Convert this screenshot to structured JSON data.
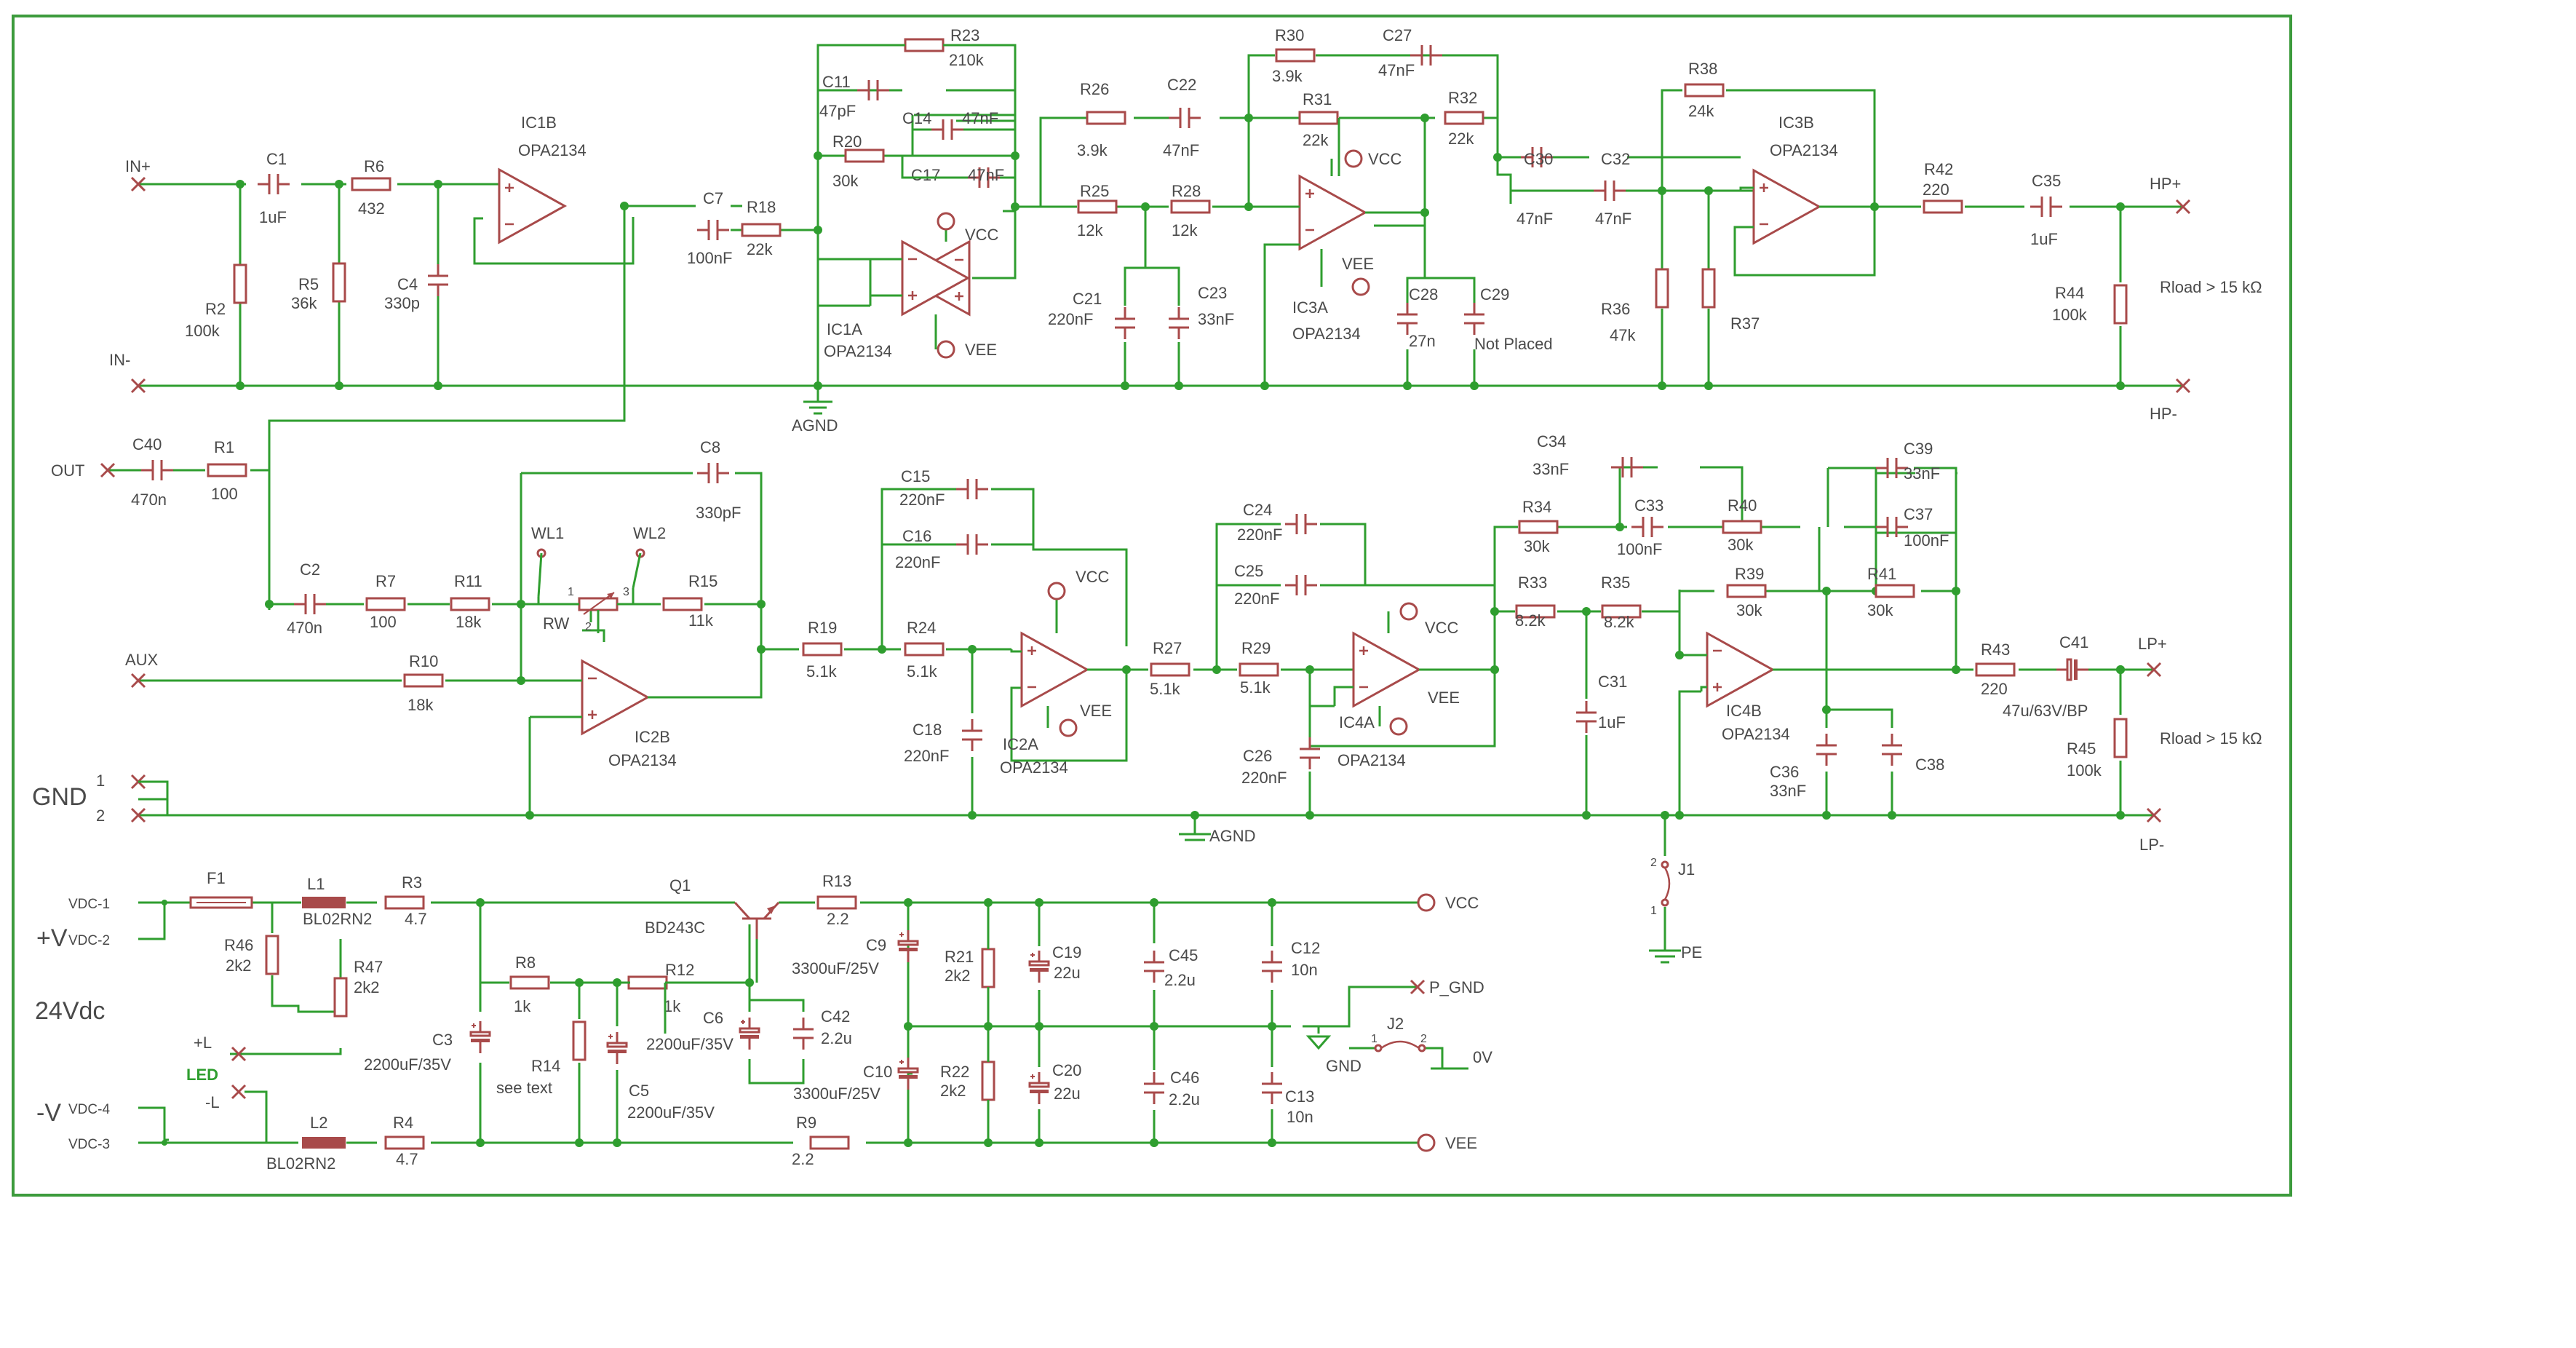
{
  "colors": {
    "wire": "#2f9e2f",
    "component": "#a84a4a",
    "text": "#4a4a4a",
    "border": "#3c9b3c",
    "led_label": "#2f9e2f"
  },
  "ports": {
    "in_plus": "IN+",
    "in_minus": "IN-",
    "out": "OUT",
    "aux": "AUX",
    "gnd": "GND",
    "gnd_pin1": "1",
    "gnd_pin2": "2",
    "hp_plus": "HP+",
    "hp_minus": "HP-",
    "lp_plus": "LP+",
    "lp_minus": "LP-",
    "vdc1": "VDC-1",
    "vdc2": "VDC-2",
    "vdc3": "VDC-3",
    "vdc4": "VDC-4",
    "plus_v": "+V",
    "minus_v": "-V",
    "supply": "24Vdc",
    "led": "LED",
    "led_plus": "+L",
    "led_minus": "-L",
    "vcc_out": "VCC",
    "vee_out": "VEE",
    "p_gnd": "P_GND",
    "zero_v": "0V",
    "gnd_sym": "GND",
    "agnd": "AGND",
    "pe": "PE"
  },
  "notes": {
    "rload_hp": "Rload > 15 kΩ",
    "rload_lp": "Rload > 15 kΩ"
  },
  "components": {
    "C1": {
      "ref": "C1",
      "value": "1uF"
    },
    "R6": {
      "ref": "R6",
      "value": "432"
    },
    "R2": {
      "ref": "R2",
      "value": "100k"
    },
    "R5": {
      "ref": "R5",
      "value": "36k"
    },
    "C4": {
      "ref": "C4",
      "value": "330p"
    },
    "IC1B": {
      "ref": "IC1B",
      "value": "OPA2134"
    },
    "C7": {
      "ref": "C7",
      "value": "100nF"
    },
    "R18": {
      "ref": "R18",
      "value": "22k"
    },
    "R23": {
      "ref": "R23",
      "value": "210k"
    },
    "C11": {
      "ref": "C11",
      "value": "47pF"
    },
    "C14": {
      "ref": "C14",
      "value": "47nF"
    },
    "R20": {
      "ref": "R20",
      "value": "30k"
    },
    "C17": {
      "ref": "C17",
      "value": "47nF"
    },
    "IC1A": {
      "ref": "IC1A",
      "value": "OPA2134"
    },
    "R26": {
      "ref": "R26",
      "value": "3.9k"
    },
    "C22": {
      "ref": "C22",
      "value": "47nF"
    },
    "R25": {
      "ref": "R25",
      "value": "12k"
    },
    "R28": {
      "ref": "R28",
      "value": "12k"
    },
    "C21": {
      "ref": "C21",
      "value": "220nF"
    },
    "C23": {
      "ref": "C23",
      "value": "33nF"
    },
    "R30": {
      "ref": "R30",
      "value": "3.9k"
    },
    "C27": {
      "ref": "C27",
      "value": "47nF"
    },
    "R31": {
      "ref": "R31",
      "value": "22k"
    },
    "R32": {
      "ref": "R32",
      "value": "22k"
    },
    "IC3A": {
      "ref": "IC3A",
      "value": "OPA2134"
    },
    "C28": {
      "ref": "C28",
      "value": "27n"
    },
    "C29": {
      "ref": "C29",
      "value": "Not Placed"
    },
    "C30": {
      "ref": "C30",
      "value": "47nF"
    },
    "C32": {
      "ref": "C32",
      "value": "47nF"
    },
    "R38": {
      "ref": "R38",
      "value": "24k"
    },
    "IC3B": {
      "ref": "IC3B",
      "value": "OPA2134"
    },
    "R36": {
      "ref": "R36",
      "value": "47k"
    },
    "R37": {
      "ref": "R37",
      "value": ""
    },
    "R42": {
      "ref": "R42",
      "value": "220"
    },
    "C35": {
      "ref": "C35",
      "value": "1uF"
    },
    "R44": {
      "ref": "R44",
      "value": "100k"
    },
    "C40": {
      "ref": "C40",
      "value": "470n"
    },
    "R1": {
      "ref": "R1",
      "value": "100"
    },
    "C2": {
      "ref": "C2",
      "value": "470n"
    },
    "R7": {
      "ref": "R7",
      "value": "100"
    },
    "R11": {
      "ref": "R11",
      "value": "18k"
    },
    "C8": {
      "ref": "C8",
      "value": "330pF"
    },
    "RW": {
      "ref": "RW",
      "value": ""
    },
    "WL1": {
      "ref": "WL1",
      "value": ""
    },
    "WL2": {
      "ref": "WL2",
      "value": ""
    },
    "R15": {
      "ref": "R15",
      "value": "11k"
    },
    "R10": {
      "ref": "R10",
      "value": "18k"
    },
    "IC2B": {
      "ref": "IC2B",
      "value": "OPA2134"
    },
    "R19": {
      "ref": "R19",
      "value": "5.1k"
    },
    "R24": {
      "ref": "R24",
      "value": "5.1k"
    },
    "C15": {
      "ref": "C15",
      "value": "220nF"
    },
    "C16": {
      "ref": "C16",
      "value": "220nF"
    },
    "C18": {
      "ref": "C18",
      "value": "220nF"
    },
    "IC2A": {
      "ref": "IC2A",
      "value": "OPA2134"
    },
    "R27": {
      "ref": "R27",
      "value": "5.1k"
    },
    "R29": {
      "ref": "R29",
      "value": "5.1k"
    },
    "C24": {
      "ref": "C24",
      "value": "220nF"
    },
    "C25": {
      "ref": "C25",
      "value": "220nF"
    },
    "C26": {
      "ref": "C26",
      "value": "220nF"
    },
    "IC4A": {
      "ref": "IC4A",
      "value": "OPA2134"
    },
    "C34": {
      "ref": "C34",
      "value": "33nF"
    },
    "R34": {
      "ref": "R34",
      "value": "30k"
    },
    "C33": {
      "ref": "C33",
      "value": "100nF"
    },
    "R33": {
      "ref": "R33",
      "value": "8.2k"
    },
    "R35": {
      "ref": "R35",
      "value": "8.2k"
    },
    "C31": {
      "ref": "C31",
      "value": "1uF"
    },
    "R40": {
      "ref": "R40",
      "value": "30k"
    },
    "C39": {
      "ref": "C39",
      "value": "33nF"
    },
    "C37": {
      "ref": "C37",
      "value": "100nF"
    },
    "R39": {
      "ref": "R39",
      "value": "30k"
    },
    "R41": {
      "ref": "R41",
      "value": "30k"
    },
    "IC4B": {
      "ref": "IC4B",
      "value": "OPA2134"
    },
    "C36": {
      "ref": "C36",
      "value": "33nF"
    },
    "C38": {
      "ref": "C38",
      "value": ""
    },
    "R43": {
      "ref": "R43",
      "value": "220"
    },
    "C41": {
      "ref": "C41",
      "value": "47u/63V/BP"
    },
    "R45": {
      "ref": "R45",
      "value": "100k"
    },
    "J1": {
      "ref": "J1",
      "value": ""
    },
    "F1": {
      "ref": "F1",
      "value": ""
    },
    "L1": {
      "ref": "L1",
      "value": "BL02RN2"
    },
    "L2": {
      "ref": "L2",
      "value": "BL02RN2"
    },
    "R3": {
      "ref": "R3",
      "value": "4.7"
    },
    "R4": {
      "ref": "R4",
      "value": "4.7"
    },
    "R46": {
      "ref": "R46",
      "value": "2k2"
    },
    "R47": {
      "ref": "R47",
      "value": "2k2"
    },
    "C3": {
      "ref": "C3",
      "value": "2200uF/35V"
    },
    "R8": {
      "ref": "R8",
      "value": "1k"
    },
    "R14": {
      "ref": "R14",
      "value": "see text"
    },
    "C5": {
      "ref": "C5",
      "value": "2200uF/35V"
    },
    "R12": {
      "ref": "R12",
      "value": "1k"
    },
    "Q1": {
      "ref": "Q1",
      "value": "BD243C"
    },
    "C6": {
      "ref": "C6",
      "value": "2200uF/35V"
    },
    "C42": {
      "ref": "C42",
      "value": "2.2u"
    },
    "R13": {
      "ref": "R13",
      "value": "2.2"
    },
    "R9": {
      "ref": "R9",
      "value": "2.2"
    },
    "C9": {
      "ref": "C9",
      "value": "3300uF/25V"
    },
    "C10": {
      "ref": "C10",
      "value": "3300uF/25V"
    },
    "R21": {
      "ref": "R21",
      "value": "2k2"
    },
    "R22": {
      "ref": "R22",
      "value": "2k2"
    },
    "C19": {
      "ref": "C19",
      "value": "22u"
    },
    "C20": {
      "ref": "C20",
      "value": "22u"
    },
    "C45": {
      "ref": "C45",
      "value": "2.2u"
    },
    "C46": {
      "ref": "C46",
      "value": "2.2u"
    },
    "C12": {
      "ref": "C12",
      "value": "10n"
    },
    "C13": {
      "ref": "C13",
      "value": "10n"
    },
    "J2": {
      "ref": "J2",
      "value": ""
    }
  }
}
